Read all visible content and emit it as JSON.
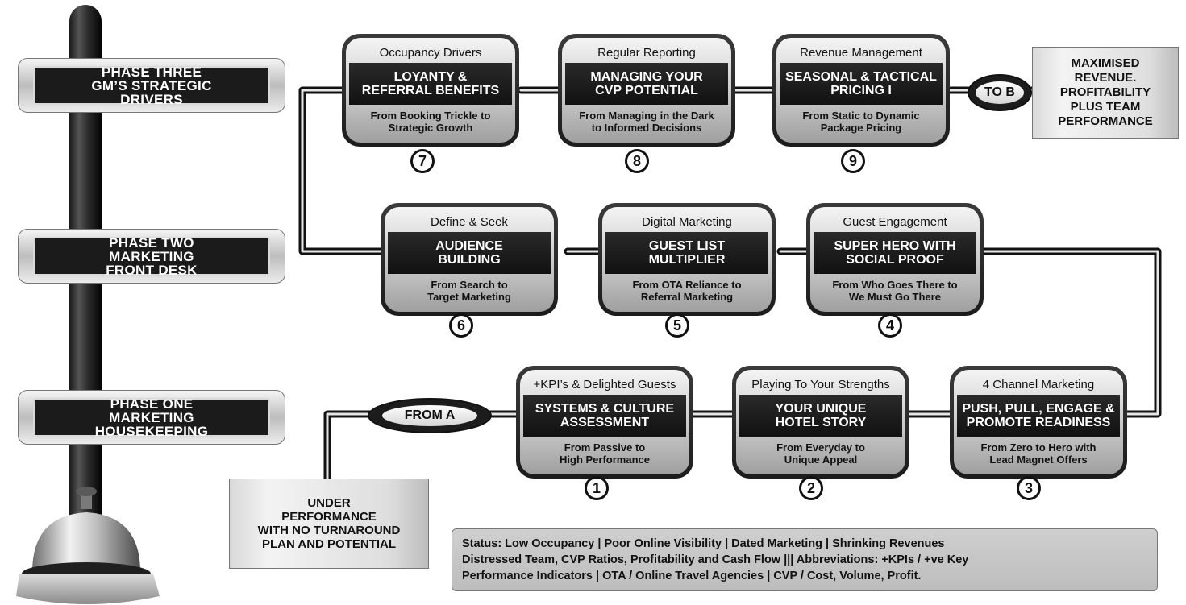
{
  "phases": [
    {
      "lines": [
        "PHASE THREE",
        "GM’S STRATEGIC",
        "DRIVERS"
      ]
    },
    {
      "lines": [
        "PHASE TWO",
        "MARKETING",
        "FRONT DESK"
      ]
    },
    {
      "lines": [
        "PHASE ONE",
        "MARKETING",
        "HOUSEKEEPING"
      ]
    }
  ],
  "steps": [
    {
      "number": "1",
      "category": "+KPI’s & Delighted Guests",
      "title": [
        "SYSTEMS & CULTURE",
        "ASSESSMENT"
      ],
      "subtitle": [
        "From Passive to",
        "High Performance"
      ]
    },
    {
      "number": "2",
      "category": "Playing To Your Strengths",
      "title": [
        "YOUR UNIQUE",
        "HOTEL STORY"
      ],
      "subtitle": [
        "From Everyday to",
        "Unique Appeal"
      ]
    },
    {
      "number": "3",
      "category": "4 Channel Marketing",
      "title": [
        "PUSH, PULL, ENGAGE &",
        "PROMOTE READINESS"
      ],
      "subtitle": [
        "From Zero to Hero with",
        "Lead Magnet Offers"
      ]
    },
    {
      "number": "4",
      "category": "Guest Engagement",
      "title": [
        "SUPER HERO WITH",
        "SOCIAL PROOF"
      ],
      "subtitle": [
        "From Who Goes There to",
        "We Must Go There"
      ]
    },
    {
      "number": "5",
      "category": "Digital Marketing",
      "title": [
        "GUEST LIST",
        "MULTIPLIER"
      ],
      "subtitle": [
        "From OTA Reliance to",
        "Referral Marketing"
      ]
    },
    {
      "number": "6",
      "category": "Define & Seek",
      "title": [
        "AUDIENCE",
        "BUILDING"
      ],
      "subtitle": [
        "From Search to",
        "Target Marketing"
      ]
    },
    {
      "number": "7",
      "category": "Occupancy Drivers",
      "title": [
        "LOYANTY &",
        "REFERRAL BENEFITS"
      ],
      "subtitle": [
        "From Booking Trickle to",
        "Strategic Growth"
      ]
    },
    {
      "number": "8",
      "category": "Regular Reporting",
      "title": [
        "MANAGING YOUR",
        "CVP POTENTIAL"
      ],
      "subtitle": [
        "From Managing in the Dark",
        "to Informed Decisions"
      ]
    },
    {
      "number": "9",
      "category": "Revenue Management",
      "title": [
        "SEASONAL & TACTICAL",
        "PRICING I"
      ],
      "subtitle": [
        "From Static to Dynamic",
        "Package Pricing"
      ]
    }
  ],
  "start": {
    "lines": [
      "UNDER",
      "PERFORMANCE",
      "WITH NO TURNAROUND",
      "PLAN AND POTENTIAL"
    ]
  },
  "end": {
    "lines": [
      "MAXIMISED",
      "REVENUE.",
      "PROFITABILITY",
      "PLUS TEAM",
      "PERFORMANCE"
    ]
  },
  "from_label": "FROM A",
  "to_label": "TO B",
  "status": {
    "lines": [
      "Status: Low Occupancy | Poor Online Visibility | Dated Marketing | Shrinking Revenues",
      "Distressed Team, CVP Ratios, Profitability  and Cash Flow ||| Abbreviations: +KPIs / +ve Key",
      "Performance Indicators | OTA / Online Travel Agencies | CVP / Cost, Volume, Profit."
    ]
  }
}
